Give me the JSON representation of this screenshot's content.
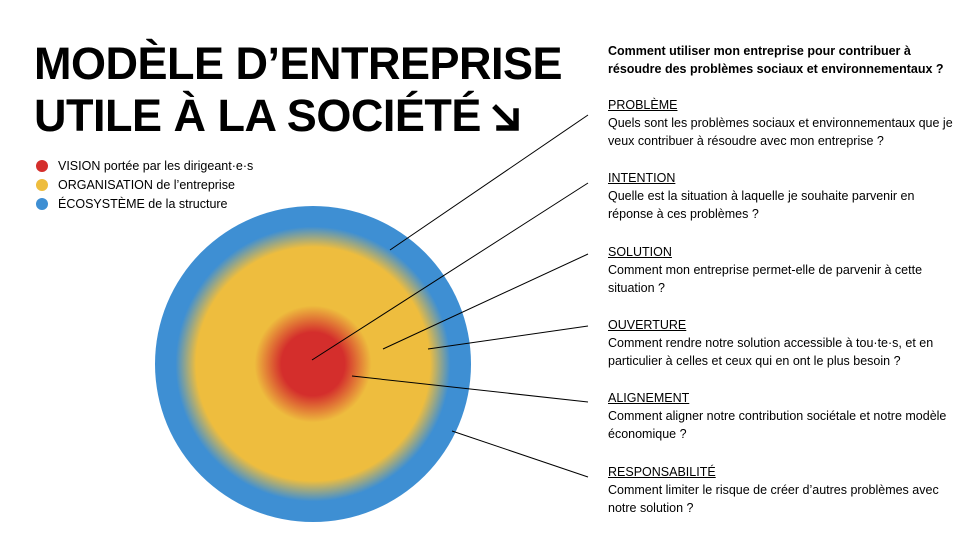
{
  "title": {
    "line1": "MODÈLE D’ENTREPRISE",
    "line2": "UTILE À LA SOCIÉTÉ"
  },
  "title_arrow_icon": "arrow-down-right-icon",
  "legend": [
    {
      "strong": "VISION",
      "rest": " portée par les dirigeant·e·s",
      "color": "#d42e2c"
    },
    {
      "strong": "ORGANISATION",
      "rest": " de l’entreprise",
      "color": "#eebd3e"
    },
    {
      "strong": "ÉCOSYSTÈME",
      "rest": " de la structure",
      "color": "#3e8fd3"
    }
  ],
  "colors": {
    "vision": "#d42e2c",
    "organisation": "#eebd3e",
    "ecosysteme": "#3e8fd3"
  },
  "intro_question": "Comment utiliser mon entreprise pour contribuer à résoudre des problèmes sociaux et environnementaux ?",
  "sections": [
    {
      "heading": "PROBLÈME",
      "text": "Quels sont les problèmes sociaux et environnementaux que je veux contribuer à résoudre avec mon entreprise ?"
    },
    {
      "heading": "INTENTION",
      "text": "Quelle est la situation à laquelle je souhaite parvenir en réponse à ces problèmes ?"
    },
    {
      "heading": "SOLUTION",
      "text": "Comment mon entreprise permet-elle de parvenir à cette situation ?"
    },
    {
      "heading": "OUVERTURE",
      "text": "Comment rendre notre solution accessible à tou·te·s, et en particulier à celles et ceux qui en ont le plus besoin ?"
    },
    {
      "heading": "ALIGNEMENT",
      "text": "Comment aligner notre contribution sociétale et notre modèle économique ?"
    },
    {
      "heading": "RESPONSABILITÉ",
      "text": "Comment limiter le risque de créer d’autres problèmes avec notre solution ?"
    }
  ]
}
